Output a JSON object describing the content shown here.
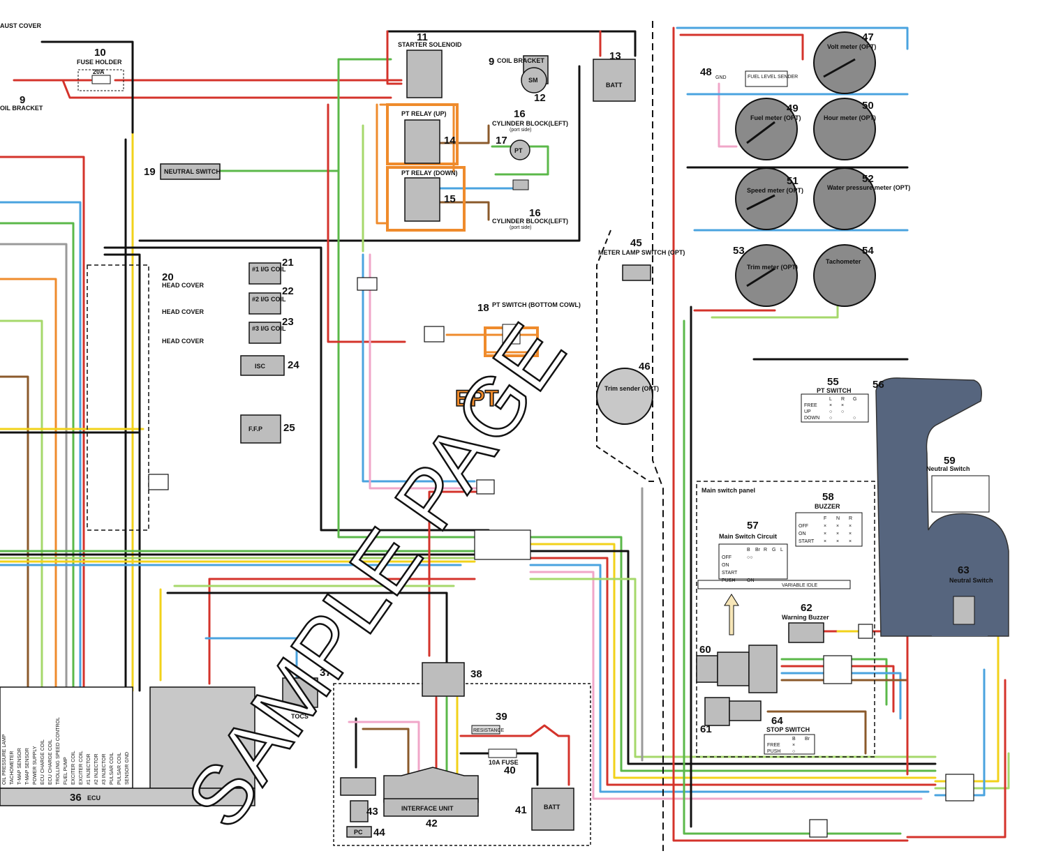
{
  "labels": {
    "exhaust_cover": "AUST COVER",
    "fuse_holder": "FUSE HOLDER",
    "fuse_20a": "20A",
    "coil_bracket": "OIL BRACKET",
    "coil_bracket2": "COIL BRACKET",
    "starter_solenoid": "STARTER SOLENOID",
    "batt": "BATT",
    "sm": "SM",
    "pt_relay_up": "PT RELAY (UP)",
    "pt_relay_down": "PT RELAY (DOWN)",
    "cyl_block_left": "CYLINDER BLOCK(LEFT)",
    "port_side": "(port side)",
    "pt": "PT",
    "neutral_switch": "NEUTRAL SWITCH",
    "head_cover": "HEAD COVER",
    "ig_coil_1": "#1 I/G COIL",
    "ig_coil_2": "#2 I/G COIL",
    "ig_coil_3": "#3 I/G COIL",
    "isc": "ISC",
    "ffp": "F.F.P",
    "pt_switch_bottom": "PT SWITCH (BOTTOM COWL)",
    "ept": "EPT",
    "meter_lamp_switch": "METER LAMP SWITCH (OPT)",
    "trim_sender": "Trim sender (OPT)",
    "volt_meter": "Volt meter (OPT)",
    "fuel_meter": "Fuel meter (OPT)",
    "hour_meter": "Hour meter (OPT)",
    "speed_meter": "Speed meter (OPT)",
    "water_pressure": "Water pressure meter (OPT)",
    "trim_meter": "Trim meter (OPT)",
    "tachometer": "Tachometer",
    "fuel_level_sender": "FUEL LEVEL SENDER",
    "pt_switch": "PT SWITCH",
    "neutral_switch_59": "Neutral Switch",
    "main_switch_panel": "Main switch panel",
    "buzzer": "BUZZER",
    "main_switch_circuit": "Main Switch Circuit",
    "warning_buzzer": "Warning Buzzer",
    "stop_switch": "STOP SWITCH",
    "neutral_switch_63": "Neutral Switch",
    "tocs": "TOCS",
    "resistance": "RESISTANCE",
    "fuse_10a": "10A FUSE",
    "interface_unit": "INTERFACE UNIT",
    "pc": "PC",
    "ecu": "ECU",
    "gnd": "GND",
    "watermark": "SAMPLE PAGE"
  },
  "numbers": [
    "10",
    "9",
    "11",
    "9",
    "12",
    "13",
    "14",
    "15",
    "16",
    "16",
    "17",
    "18",
    "19",
    "20",
    "21",
    "22",
    "23",
    "24",
    "25",
    "36",
    "37",
    "38",
    "39",
    "40",
    "41",
    "42",
    "43",
    "44",
    "45",
    "46",
    "47",
    "48",
    "49",
    "50",
    "51",
    "52",
    "53",
    "54",
    "55",
    "56",
    "57",
    "58",
    "59",
    "60",
    "61",
    "62",
    "63",
    "64"
  ],
  "pt_switch_table": {
    "headers": [
      "L",
      "R",
      "G"
    ],
    "rows": [
      [
        "FREE",
        "×",
        "×",
        ""
      ],
      [
        "UP",
        "○",
        "○",
        ""
      ],
      [
        "DOWN",
        "○",
        "",
        "○"
      ]
    ]
  },
  "buzzer_table": {
    "headers": [
      "F",
      "N",
      "R"
    ],
    "rows": [
      [
        "OFF",
        "×",
        "×",
        "×"
      ],
      [
        "ON",
        "×",
        "×",
        "×"
      ],
      [
        "START",
        "×",
        "×",
        "×"
      ]
    ]
  },
  "stop_switch_table": {
    "headers": [
      "B",
      "Br"
    ],
    "rows": [
      [
        "FREE",
        "×"
      ],
      [
        "PUSH",
        "○"
      ]
    ]
  },
  "main_switch_table": {
    "headers": [
      "B",
      "Br",
      "R",
      "G",
      "L"
    ],
    "rows": [
      [
        "OFF",
        "○○"
      ],
      [
        "ON",
        ""
      ],
      [
        "START",
        ""
      ],
      [
        "PUSH",
        "ON"
      ]
    ],
    "note": "VARIABLE IDLE"
  },
  "ecu_pins": [
    "OIL PRESSURE LAMP",
    "TACHOMETER",
    "T-MAP SENSOR",
    "T-MAP SENSOR",
    "POWER SUPPLY",
    "ECU CHARGE COIL",
    "ECU CHARGE COIL",
    "TROLLING SPEED CONTROL",
    "FUEL PUMP",
    "EXCITER COIL",
    "EXCITER COIL",
    "#1 INJECTOR",
    "#2 INJECTOR",
    "#3 INJECTOR",
    "PULSAR COIL",
    "PULSAR COIL",
    "SENSOR GND"
  ],
  "colors": {
    "red": "#d4332b",
    "blue": "#4aa3df",
    "green": "#5bb84a",
    "yellow": "#f2d21a",
    "orange": "#ef8b2c",
    "brown": "#8b5a2b",
    "pink": "#f0a6c8",
    "gray": "#9a9a9a",
    "black": "#111111",
    "lightgreen": "#a6d86b",
    "slate": "#56657e"
  }
}
